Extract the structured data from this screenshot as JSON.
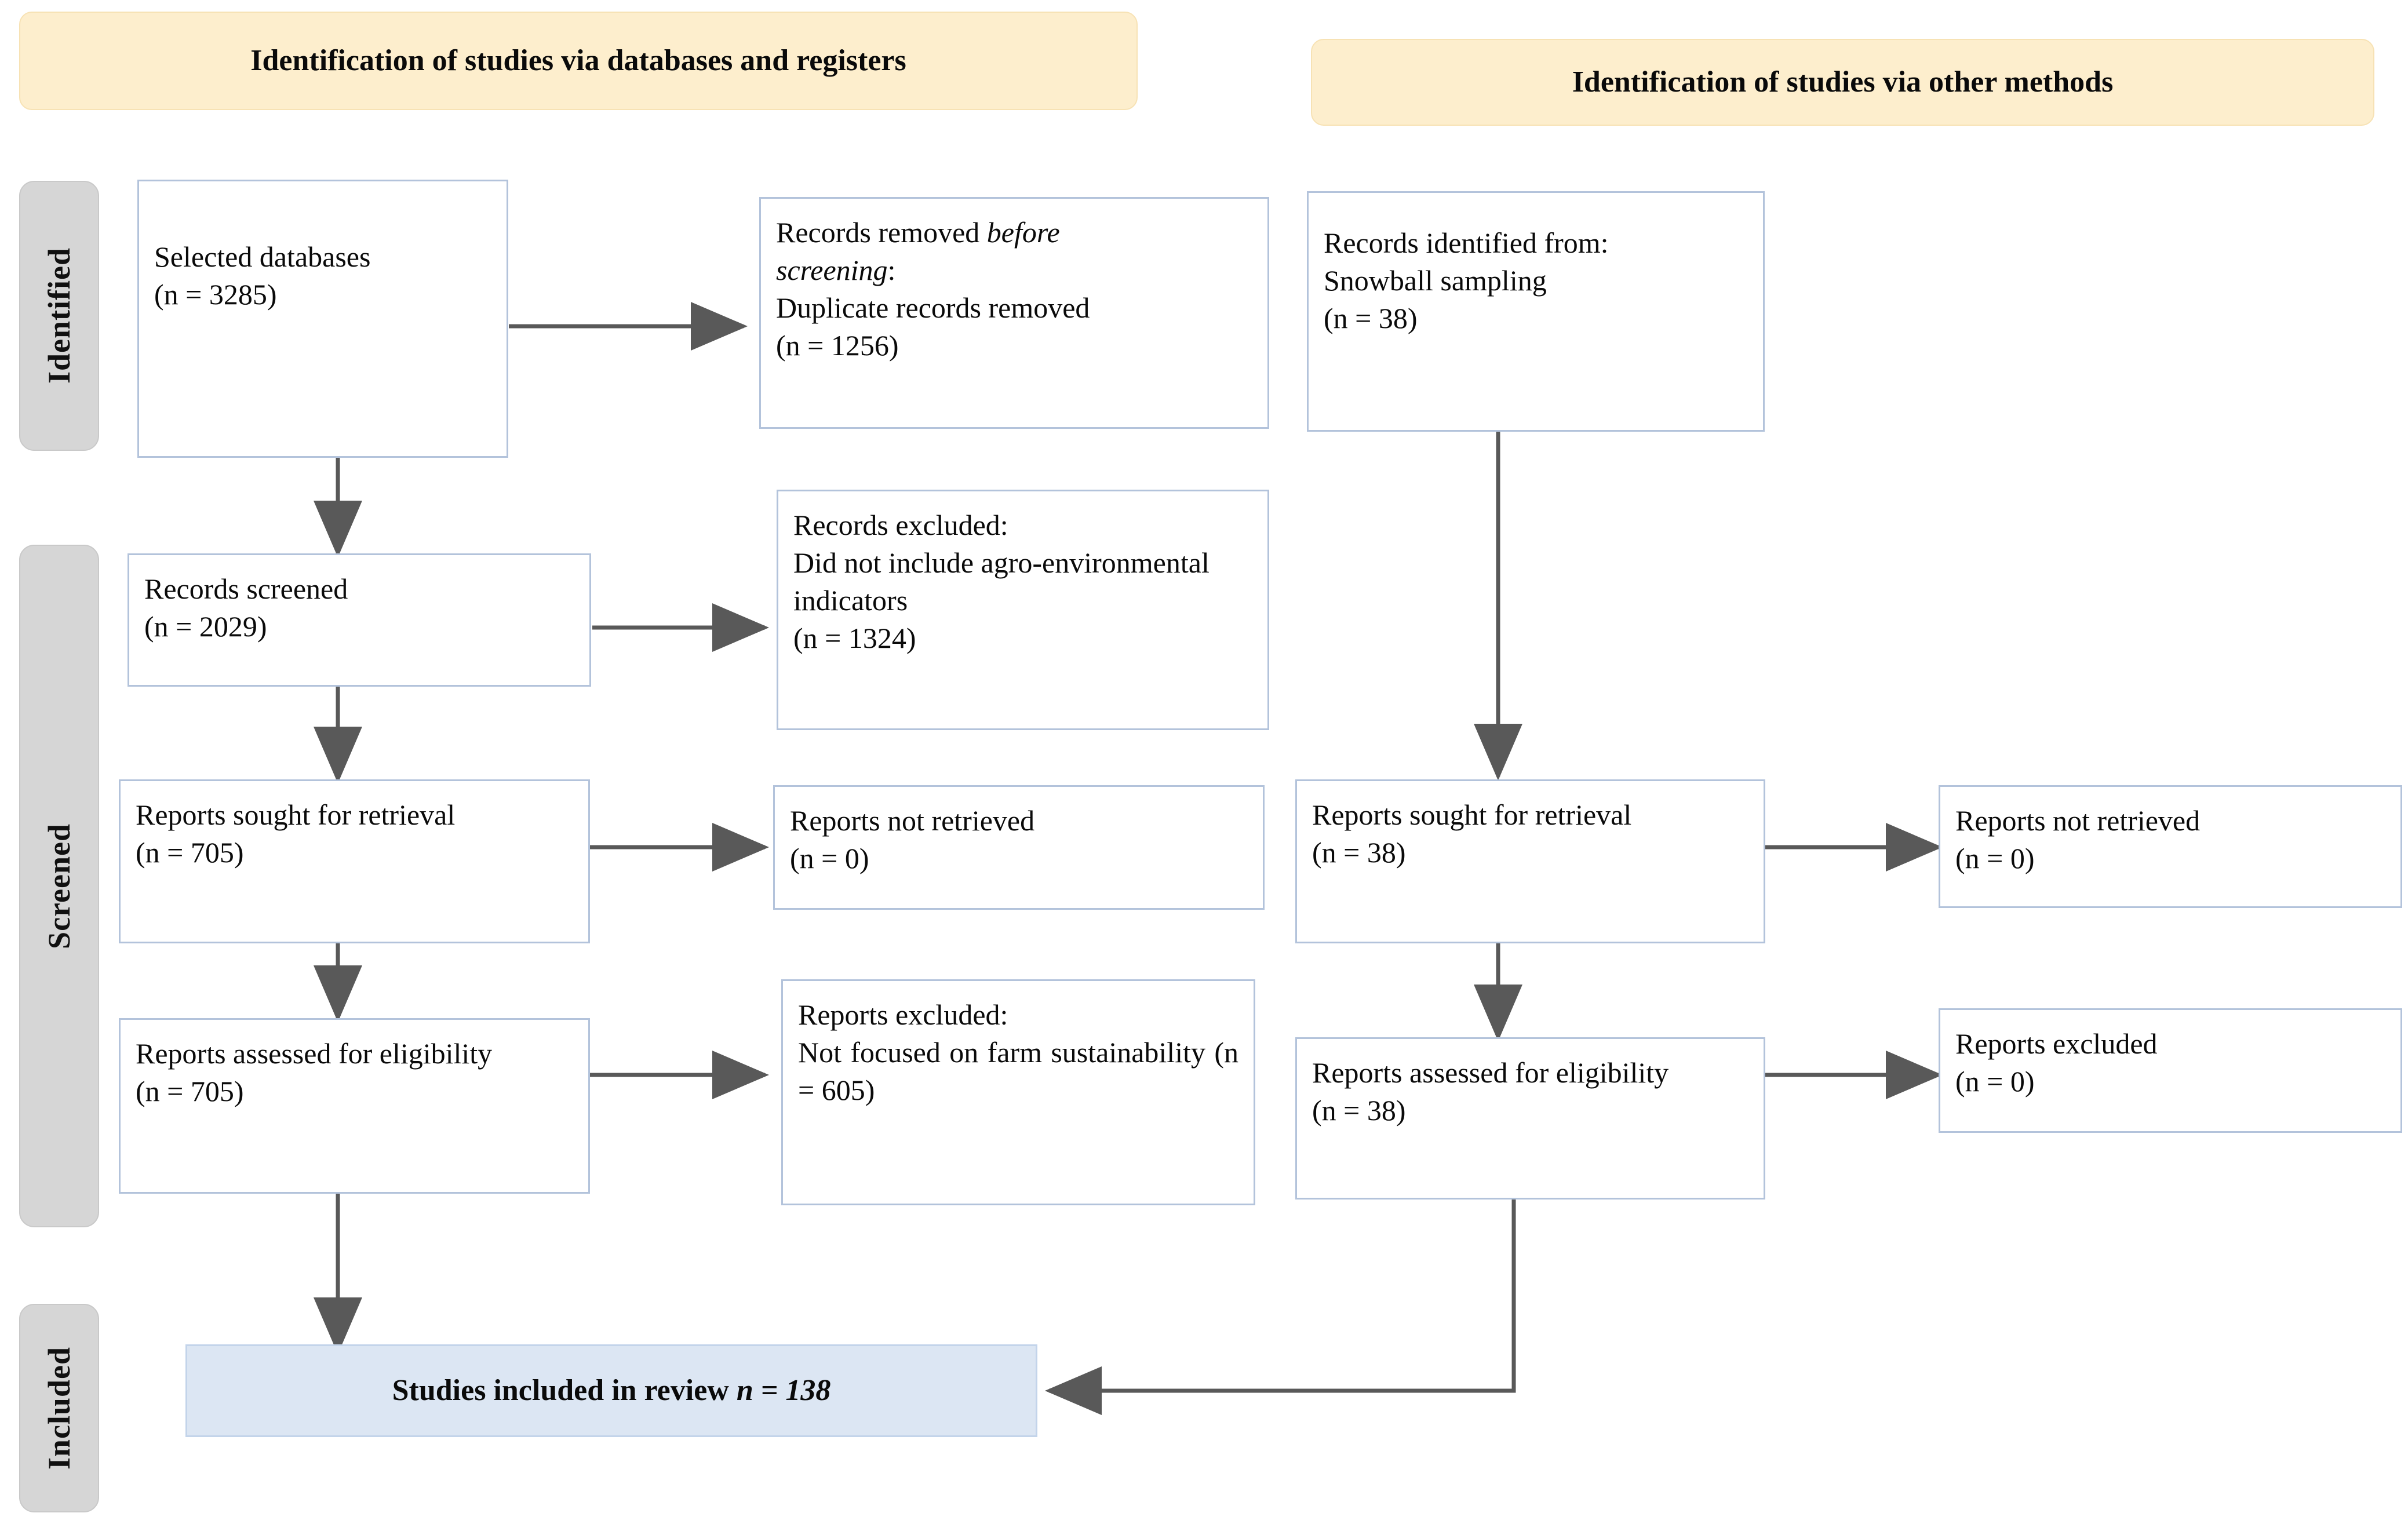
{
  "diagram": {
    "title": "PRISMA flow diagram",
    "colors": {
      "banner_fill": "#fdeecd",
      "banner_border": "#f7e2b4",
      "box_border": "#b3c3db",
      "stage_badge_fill": "#d6d6d6",
      "included_fill": "#dce6f3",
      "arrow": "#595959"
    }
  },
  "stages": [
    {
      "label": "Identified"
    },
    {
      "label": "Screened"
    },
    {
      "label": "Included"
    }
  ],
  "banners": [
    {
      "label": "Identification of studies via databases and registers"
    },
    {
      "label": "Identification of studies via other methods"
    }
  ],
  "boxes": {
    "selected_databases": {
      "line1": "Selected databases",
      "line2": "(n = 3285)"
    },
    "records_removed": {
      "line1_plain": "Records removed ",
      "line1_italic": "before",
      "line2_italic": "screening",
      "line2_plain": ":",
      "line3": "Duplicate records removed",
      "line4": "(n = 1256)"
    },
    "records_identified_other": {
      "line1": "Records identified from:",
      "line2": "Snowball sampling",
      "line3": "(n = 38)"
    },
    "records_screened": {
      "line1": "Records screened",
      "line2": "(n = 2029)"
    },
    "records_excluded": {
      "line1": "Records excluded:",
      "line2": "Did not include agro-environmental indicators",
      "line3": "(n = 1324)"
    },
    "reports_sought_left": {
      "line1": "Reports sought for retrieval",
      "line2": "(n = 705)"
    },
    "reports_not_retrieved_left": {
      "line1": "Reports not retrieved",
      "line2": "(n = 0)"
    },
    "reports_sought_right": {
      "line1": "Reports sought for retrieval",
      "line2": "(n = 38)"
    },
    "reports_not_retrieved_right": {
      "line1": "Reports not retrieved",
      "line2": "(n = 0)"
    },
    "reports_assessed_left": {
      "line1": "Reports assessed for eligibility",
      "line2": "(n = 705)"
    },
    "reports_excluded_left": {
      "line1": "Reports excluded:",
      "line2": "Not focused on farm sustainability (n = 605)"
    },
    "reports_assessed_right": {
      "line1": "Reports assessed for eligibility",
      "line2": "(n = 38)"
    },
    "reports_excluded_right": {
      "line1": "Reports excluded",
      "line2": "(n = 0)"
    },
    "studies_included": {
      "text_plain": "Studies included in review ",
      "text_italic": "n = 138"
    }
  }
}
